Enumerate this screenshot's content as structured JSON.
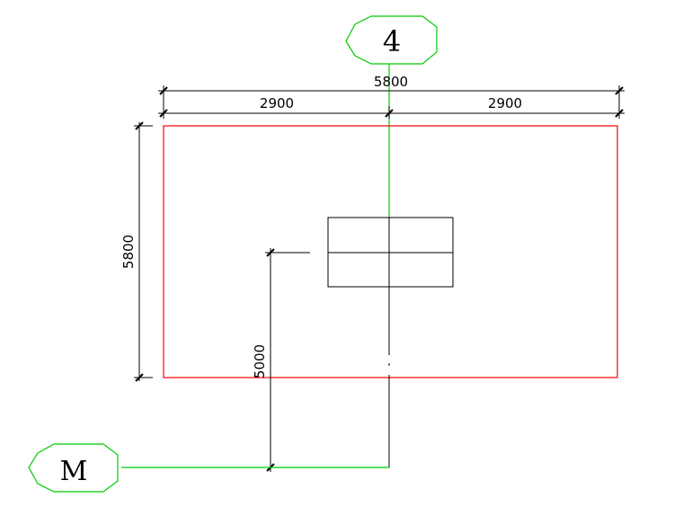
{
  "axes": {
    "vertical_axis_label": "4",
    "horizontal_axis_label": "M"
  },
  "dimensions": {
    "overall_width": "5800",
    "left_span": "2900",
    "right_span": "2900",
    "overall_height": "5800",
    "offset_from_axis": "5000"
  },
  "colors": {
    "axis_line": "#00cc00",
    "outline": "#ff0000",
    "dimension": "#000000"
  }
}
